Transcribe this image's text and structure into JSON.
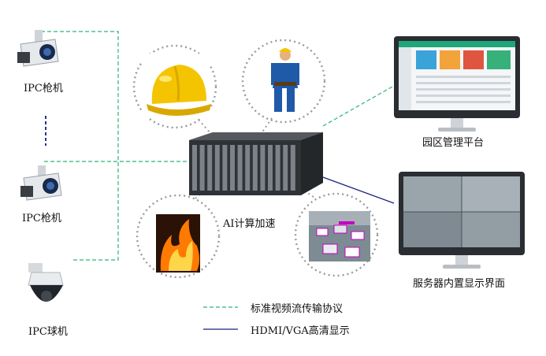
{
  "labels": {
    "camera_top": "IPC枪机",
    "camera_mid": "IPC枪机",
    "camera_dome": "IPC球机",
    "ai": "AI计算加速",
    "park_platform": "园区管理平台",
    "server_ui": "服务器内置显示界面"
  },
  "legend": {
    "dashed": "标准视频流传输协议",
    "solid": "HDMI/VGA高清显示"
  },
  "colors": {
    "dashed_line": "#2bb673",
    "solid_line": "#1a237e",
    "dotted_circle": "#9a9a9a",
    "vertical_dash": "#2a2f8f",
    "helmet": "#f5c400",
    "platform_header": "#1fa67a"
  }
}
